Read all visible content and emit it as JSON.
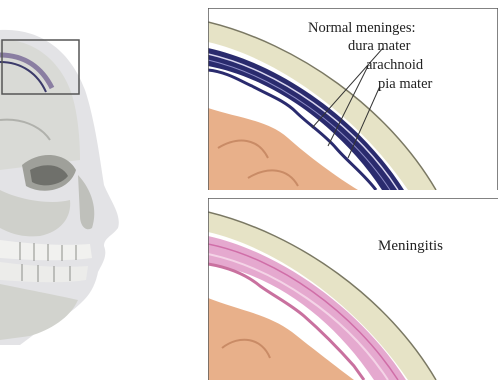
{
  "normal_panel": {
    "title": "Normal meninges:",
    "labels": [
      "dura mater",
      "arachnoid",
      "pia mater"
    ]
  },
  "meningitis_panel": {
    "title": "Meningitis"
  },
  "colors": {
    "dura": "#e6e3c6",
    "normal_layers": "#2a2b6e",
    "inflamed_layers": "#e5a9cf",
    "brain_tissue": "#e8b08a",
    "frame": "#5a5a5a"
  }
}
